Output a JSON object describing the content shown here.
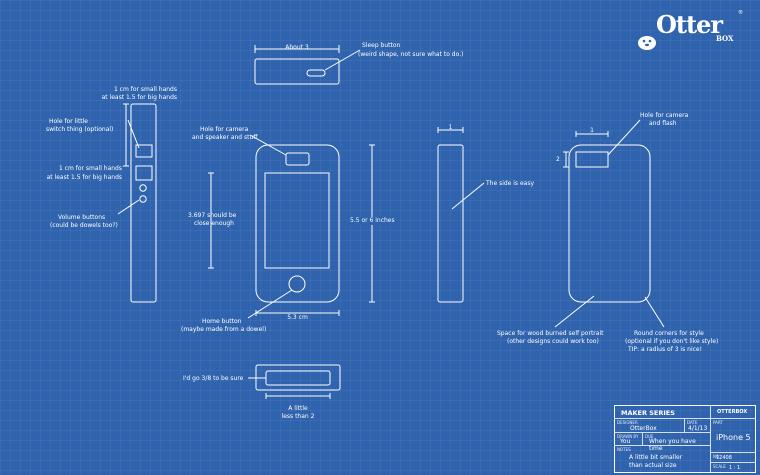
{
  "brand": {
    "name": "Otter",
    "sub": "BOX",
    "trademark": "®",
    "mascot": "otter-icon"
  },
  "labels": {
    "about_3": "About 3",
    "sleep_button": "Sleep button",
    "sleep_note": "(weird shape, not sure what to do.)",
    "hands_top_1": "1 cm for small hands",
    "hands_top_2": "at least 1.5 for big hands",
    "hole_switch_1": "Hole for little",
    "hole_switch_2": "switch thing (optional)",
    "hands_mid_1": "1 cm for small hands",
    "hands_mid_2": "at least 1.5 for big hands",
    "volume_1": "Volume buttons",
    "volume_2": "(could be dowels too?)",
    "hole_camera_1": "Hole for camera",
    "hole_camera_2": "and speaker and stuff",
    "screen_1": "3.697 should be",
    "screen_2": "close enough",
    "height": "5.5 or 6 inches",
    "home_1": "Home button",
    "home_2": "(maybe made from a dowel)",
    "width": "5.3 cm",
    "side_dim": "1",
    "side_easy": "The side is easy",
    "back_dim_w": "1",
    "back_dim_h": "2",
    "hole_back_1": "Hole for camera",
    "hole_back_2": "and flash",
    "portrait_1": "Space for wood burned self portrait",
    "portrait_2": "(other designs could work too)",
    "corners_1": "Round corners for style",
    "corners_2": "(optional if you don't like style)",
    "corners_3": "TIP: a radius of 3 is nice!",
    "bottom_note": "I'd go 3/8 to be sure",
    "little_1": "A little",
    "little_2": "less than 2"
  },
  "title_block": {
    "series": "MAKER SERIES",
    "brand": "OTTERBOX",
    "designer_label": "DESIGNER",
    "designer": "OtterBox",
    "date_label": "DATE",
    "date": "4/1/13",
    "drawn_label": "DRAWN BY",
    "drawn": "You",
    "due_label": "DUE",
    "due": "When you have time",
    "notes_label": "NOTES",
    "notes_1": "A little bit smaller",
    "notes_2": "than actual size",
    "part_label": "PART",
    "part": "iPhone 5",
    "num_label": "NO.",
    "num": "12408",
    "scale_label": "SCALE",
    "scale": "1 : 1"
  },
  "colors": {
    "background": "#2f63ad",
    "line": "#ffffff"
  }
}
